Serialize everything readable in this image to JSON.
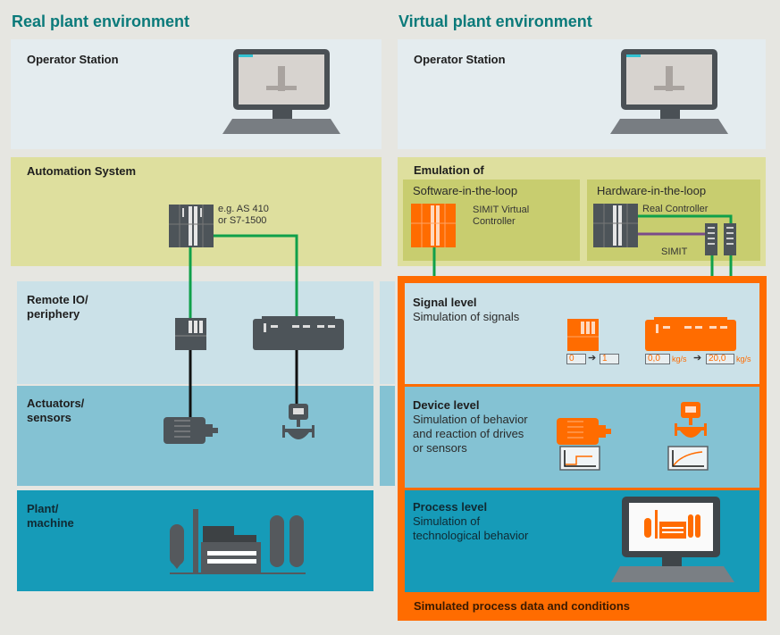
{
  "left": {
    "heading": "Real plant environment",
    "operator_station": "Operator Station",
    "automation_system": "Automation System",
    "controller_note_line1": "e.g. AS 410",
    "controller_note_line2": "or S7-1500",
    "remote_io_line1": "Remote IO/",
    "remote_io_line2": "periphery",
    "actuators_line1": "Actuators/",
    "actuators_line2": "sensors",
    "plant_line1": "Plant/",
    "plant_line2": "machine"
  },
  "right": {
    "heading": "Virtual plant environment",
    "operator_station": "Operator Station",
    "emulation_title": "Emulation of",
    "sil_title": "Software-in-the-loop",
    "sil_label_line1": "SIMIT Virtual",
    "sil_label_line2": "Controller",
    "hil_title": "Hardware-in-the-loop",
    "hil_controller": "Real Controller",
    "hil_simit": "SIMIT",
    "signal_title": "Signal level",
    "signal_sub": "Simulation of signals",
    "signal_digital_in": "0",
    "signal_digital_out": "1",
    "signal_analog_in": "0,0",
    "signal_analog_out": "20,0",
    "signal_unit": "kg/s",
    "device_title": "Device level",
    "device_sub_line1": "Simulation of behavior",
    "device_sub_line2": "and reaction of drives",
    "device_sub_line3": "or sensors",
    "process_title": "Process level",
    "process_sub_line1": "Simulation of",
    "process_sub_line2": "technological behavior",
    "footer": "Simulated process data and conditions"
  },
  "colors": {
    "heading": "#0b7a7a",
    "orange": "#ff6c00",
    "network_green": "#0fa04a",
    "device_gray": "#4d5459",
    "hil_purple": "#7a4b8a"
  }
}
